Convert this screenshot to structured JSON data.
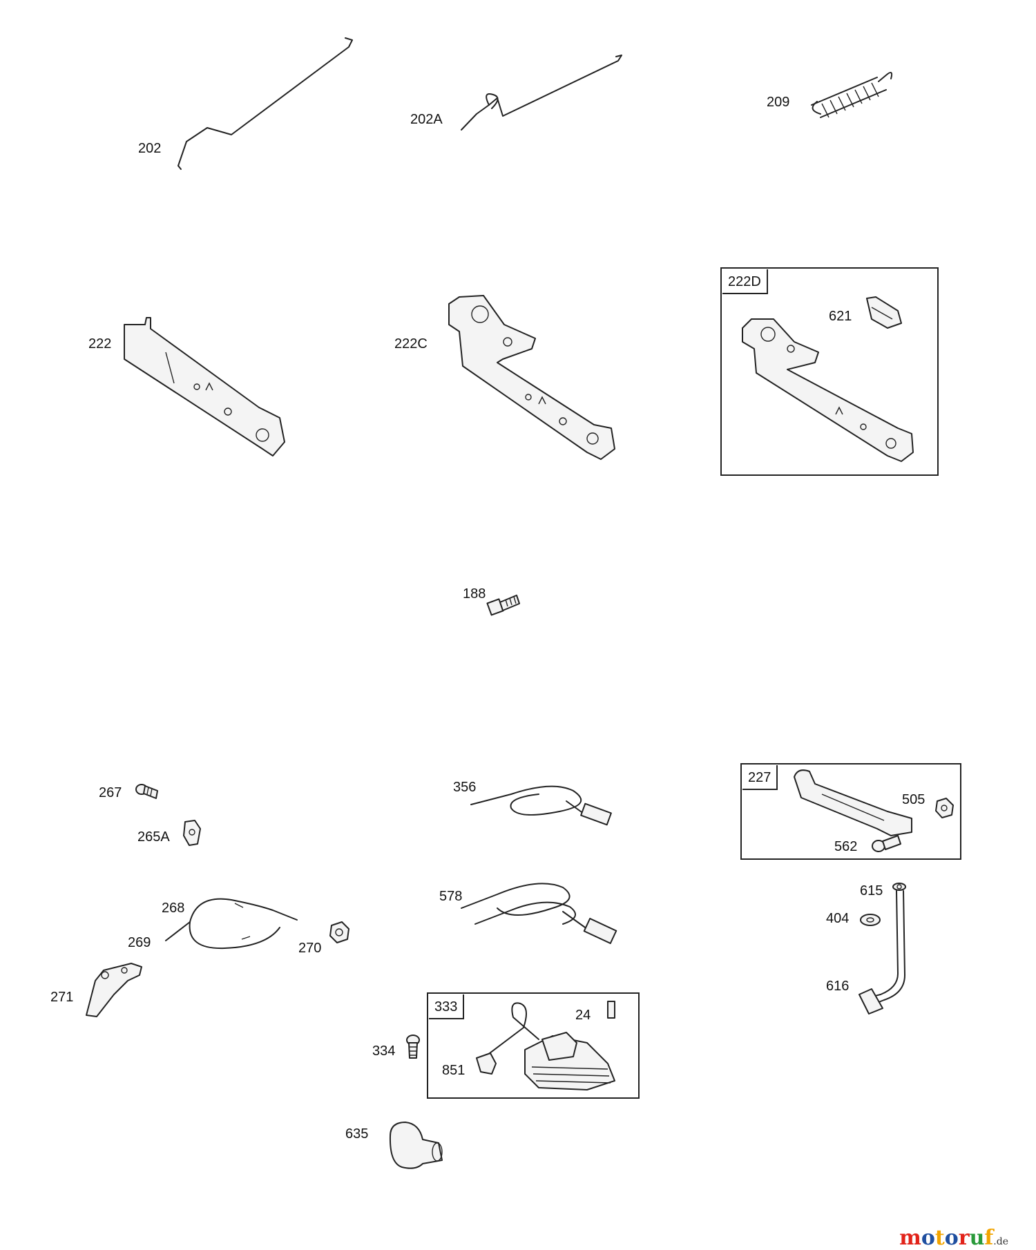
{
  "labels": {
    "p202": "202",
    "p202A": "202A",
    "p209": "209",
    "p222": "222",
    "p222C": "222C",
    "p222D": "222D",
    "p621": "621",
    "p188": "188",
    "p267": "267",
    "p265A": "265A",
    "p268": "268",
    "p269": "269",
    "p270": "270",
    "p271": "271",
    "p356": "356",
    "p578": "578",
    "p227": "227",
    "p505": "505",
    "p562": "562",
    "p615": "615",
    "p404": "404",
    "p616": "616",
    "p333": "333",
    "p24": "24",
    "p334": "334",
    "p851": "851",
    "p635": "635"
  },
  "brand": {
    "c1": "m",
    "c2": "o",
    "c3": "t",
    "c4": "o",
    "c5": "r",
    "c6": "u",
    "c7": "f",
    "tld": ".de",
    "colors": {
      "m": "#e2231a",
      "o1": "#1f4fa0",
      "t": "#f2a400",
      "o2": "#1f4fa0",
      "r": "#e2231a",
      "u": "#2a9a3a",
      "f": "#f2a400"
    }
  }
}
